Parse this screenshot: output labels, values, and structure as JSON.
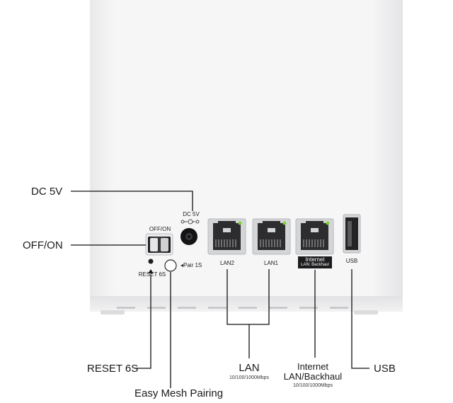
{
  "device_labels": {
    "off_on": "OFF/ON",
    "dc_5v": "DC 5V",
    "reset_6s": "RESET 6S",
    "pair_1s": "◂Pair 1S",
    "lan2": "LAN2",
    "lan1": "LAN1",
    "internet": "Internet",
    "internet_sub": "LAN: Backhaul",
    "usb": "USB"
  },
  "callouts": {
    "dc_5v": "DC 5V",
    "off_on": "OFF/ON",
    "reset_6s": "RESET 6S",
    "easy_mesh": "Easy Mesh Pairing",
    "lan": "LAN",
    "lan_speed": "10/100/1000Mbps",
    "internet_line1": "Internet",
    "internet_line2": "LAN/Backhaul",
    "internet_speed": "10/100/1000Mbps",
    "usb": "USB"
  },
  "colors": {
    "body": "#f4f4f5",
    "panel": "#f7f7f8",
    "port_body": "#cfd0d2",
    "port_dark": "#2b2b2d",
    "led": "#7ed23a",
    "line": "#111111"
  }
}
